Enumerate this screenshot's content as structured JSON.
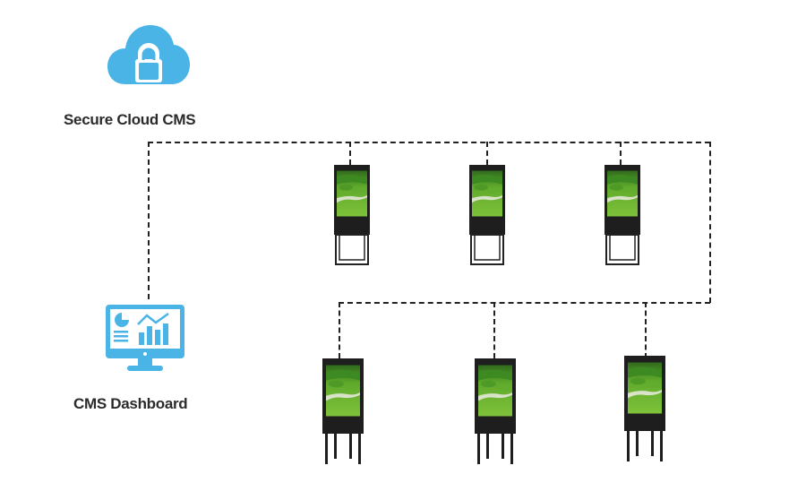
{
  "nodes": {
    "cloud": {
      "label": "Secure Cloud CMS",
      "icon": "cloud-lock-icon"
    },
    "dashboard": {
      "label": "CMS Dashboard",
      "icon": "monitor-dashboard-icon"
    }
  },
  "displays": {
    "top_row": [
      {
        "name": "display-top-1",
        "type": "frame-stand"
      },
      {
        "name": "display-top-2",
        "type": "frame-stand"
      },
      {
        "name": "display-top-3",
        "type": "frame-stand"
      }
    ],
    "bottom_row": [
      {
        "name": "display-bottom-1",
        "type": "leg-stand"
      },
      {
        "name": "display-bottom-2",
        "type": "leg-stand"
      },
      {
        "name": "display-bottom-3",
        "type": "leg-stand"
      }
    ]
  },
  "colors": {
    "icon_blue": "#4ab4e6",
    "connector": "#222222",
    "label": "#2b2b2b"
  }
}
